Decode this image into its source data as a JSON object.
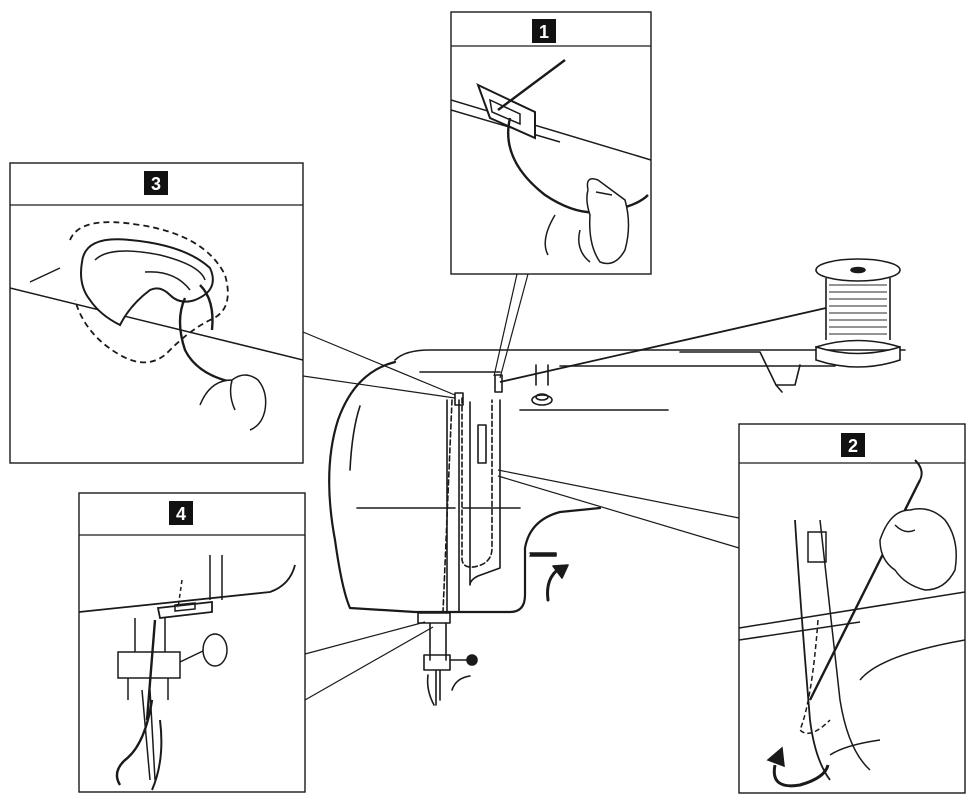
{
  "steps": [
    {
      "id": "step-1",
      "label": "1"
    },
    {
      "id": "step-2",
      "label": "2"
    },
    {
      "id": "step-3",
      "label": "3"
    },
    {
      "id": "step-4",
      "label": "4"
    }
  ],
  "colors": {
    "ink": "#1a1a1a",
    "badge_bg": "#111111",
    "badge_text": "#ffffff",
    "panel_border": "#333333",
    "paper": "#ffffff"
  },
  "icons": [
    "spool-icon",
    "thread-guide-icon",
    "take-up-lever-icon",
    "needle-icon",
    "rotation-arrow-icon",
    "hand-icon"
  ]
}
